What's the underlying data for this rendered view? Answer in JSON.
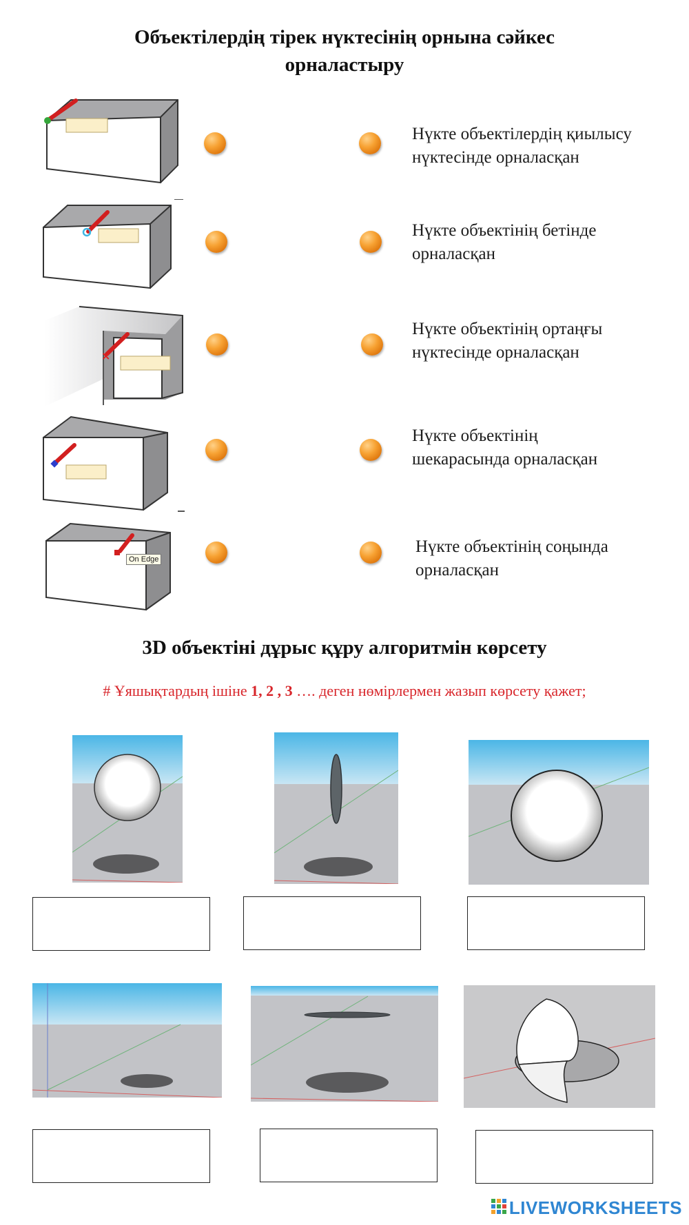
{
  "titles": {
    "match_line1": "Объектілердің тірек нүктесінің орнына сәйкес",
    "match_line2": "орналастыру",
    "algorithm": "3D объектіні дұрыс құру алгоритмін көрсету"
  },
  "instruction": {
    "prefix": "# Ұяшықтардың ішіне ",
    "numbers": "1, 2 , 3",
    "suffix": " …. деген нөмірлермен жазып көрсету қажет;"
  },
  "matching": {
    "descriptions": [
      {
        "line1": "Нүкте объектілердің қиылысу",
        "line2": "нүктесінде орналасқан"
      },
      {
        "line1": "Нүкте объектінің бетінде",
        "line2": "орналасқан"
      },
      {
        "line1": "Нүкте объектінің ортаңғы",
        "line2": "нүктесінде орналасқан"
      },
      {
        "line1": "Нүкте объектінің",
        "line2": "шекарасында орналасқан"
      },
      {
        "line1": "Нүкте объектінің соңында",
        "line2": "орналасқан"
      }
    ],
    "tooltip_label": "On Edge"
  },
  "answers": {
    "row1": [
      "",
      "",
      ""
    ],
    "row2": [
      "",
      "",
      ""
    ]
  },
  "colors": {
    "accent_red": "#d8262b",
    "dot_orange": "#f7a233",
    "sky_blue": "#5bbce8",
    "ground_gray": "#c2c3c7",
    "brand_blue": "#2f86d2"
  },
  "brand": {
    "name": "LIVEWORKSHEETS",
    "logo_icon": "liveworksheets-logo-icon"
  }
}
